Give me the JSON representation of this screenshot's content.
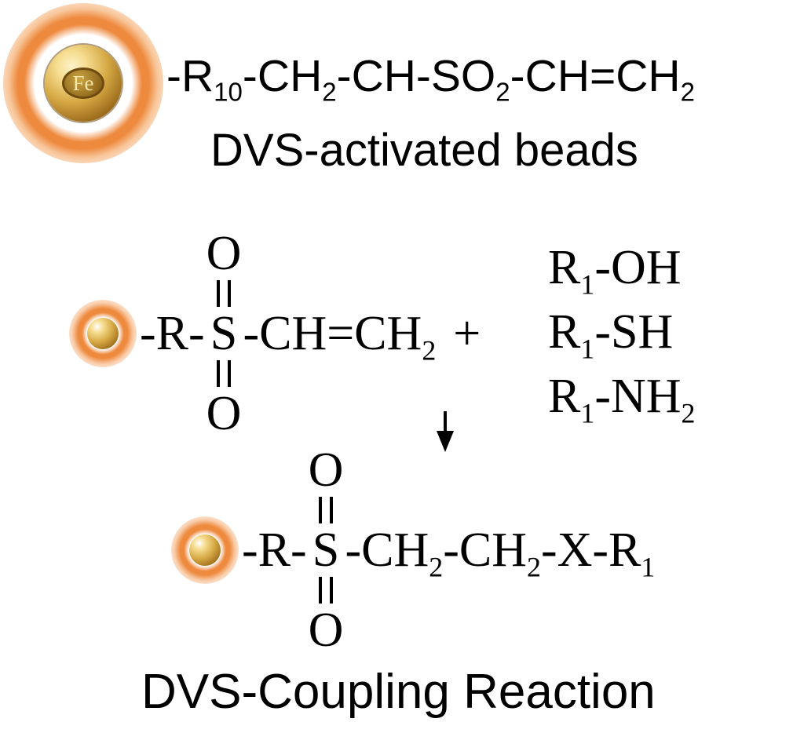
{
  "colors": {
    "ring": "#ee8a3e",
    "gold-light": "#f6dd90",
    "gold-mid": "#d6a945",
    "gold-dark": "#6e4a10",
    "text": "#000000"
  },
  "bead": {
    "fe_label": "Fe"
  },
  "activated": {
    "formula": [
      {
        "t": "-R",
        "s": "10"
      },
      {
        "t": "-CH",
        "s": "2"
      },
      {
        "t": "-CH-SO",
        "s": "2"
      },
      {
        "t": "-CH=CH",
        "s": "2"
      }
    ],
    "caption": "DVS-activated beads"
  },
  "reaction": {
    "reactant": {
      "pre": [
        {
          "t": "-R-"
        }
      ],
      "oxygen_top": "O",
      "sulfur": "S",
      "oxygen_bottom": "O",
      "post": [
        {
          "t": "-CH=CH",
          "s": "2"
        }
      ]
    },
    "plus": "+",
    "reagents": [
      [
        {
          "t": "R",
          "s": "1"
        },
        {
          "t": "-OH"
        }
      ],
      [
        {
          "t": "R",
          "s": "1"
        },
        {
          "t": "-SH"
        }
      ],
      [
        {
          "t": "R",
          "s": "1"
        },
        {
          "t": "-NH",
          "s": "2"
        }
      ]
    ],
    "product": {
      "pre": [
        {
          "t": "-R-"
        }
      ],
      "oxygen_top": "O",
      "sulfur": "S",
      "oxygen_bottom": "O",
      "post": [
        {
          "t": "-CH",
          "s": "2"
        },
        {
          "t": "-CH",
          "s": "2"
        },
        {
          "t": "-X-R",
          "s": "1"
        }
      ]
    },
    "caption": "DVS-Coupling Reaction"
  }
}
